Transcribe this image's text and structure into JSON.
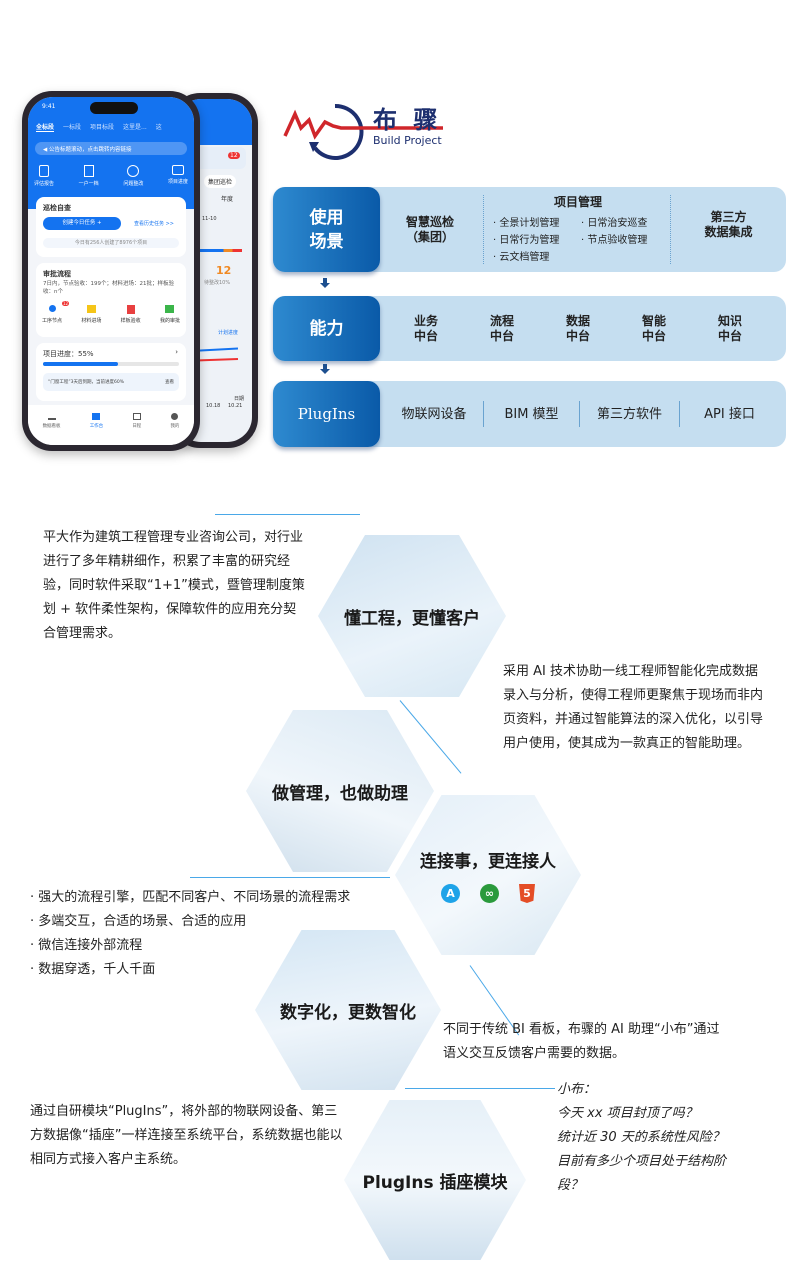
{
  "phone": {
    "time": "9:41",
    "tabs": [
      "全标段",
      "一标段",
      "项目标段",
      "这里是...",
      "这"
    ],
    "notice": "公告标题滚动，点击跳转内容链接",
    "shortcuts": [
      "评估报告",
      "一户一档",
      "问题整改",
      "项目进度"
    ],
    "inspection": {
      "title": "巡检自查",
      "create_btn": "创建今日任务 +",
      "history_link": "查看历史任务 >>",
      "stats": "今日有256人创建了8976个项目"
    },
    "approval": {
      "title": "审批流程",
      "summary": "7日内，节点验收：199个；材料进场：21批；样板验收：n个",
      "badge": "12",
      "items": [
        "工序节点",
        "材料进场",
        "样板验收",
        "我的审批"
      ]
    },
    "progress": {
      "title": "项目进度：55%",
      "value": 55,
      "tip": "“门窗工程”3天后到期，当前进度60%",
      "tip_action": "查看"
    },
    "nav": [
      "数据看板",
      "工作台",
      "日程",
      "我的"
    ],
    "back": {
      "badge": "12",
      "chip": "集团巡检",
      "period": "年度",
      "date": "11-10",
      "value": "12",
      "value_label": "待整改10%",
      "legend": "计划进度",
      "x_ticks": [
        "10.18",
        "10.21"
      ],
      "unit": "日期"
    }
  },
  "logo": {
    "cn": "布 骤",
    "en": "Build Project"
  },
  "diagram": {
    "rows": [
      {
        "head": "使用\n场景",
        "items": [
          "智慧巡检\n（集团）",
          "第三方\n数据集成"
        ],
        "pm_title": "项目管理",
        "pm_items": [
          "· 全景计划管理",
          "· 日常治安巡查",
          "· 日常行为管理",
          "· 节点验收管理",
          "· 云文档管理"
        ]
      },
      {
        "head": "能力",
        "items": [
          "业务\n中台",
          "流程\n中台",
          "数据\n中台",
          "智能\n中台",
          "知识\n中台"
        ]
      },
      {
        "head": "PlugIns",
        "items": [
          "物联网设备",
          "BIM 模型",
          "第三方软件",
          "API 接口"
        ]
      }
    ]
  },
  "hexes": [
    "懂工程，更懂客户",
    "做管理，也做助理",
    "连接事，更连接人",
    "数字化，更数智化",
    "PlugIns 插座模块"
  ],
  "texts": {
    "p1": "平大作为建筑工程管理专业咨询公司，对行业进行了多年精耕细作，积累了丰富的研究经验，同时软件采取“1+1”模式，暨管理制度策划 + 软件柔性架构，保障软件的应用充分契合管理需求。",
    "p2": "采用 AI 技术协助一线工程师智能化完成数据录入与分析，使得工程师更聚焦于现场而非内页资料，并通过智能算法的深入优化，以引导用户使用，使其成为一款真正的智能助理。",
    "bullets": [
      "· 强大的流程引擎，匹配不同客户、不同场景的流程需求",
      "· 多端交互，合适的场景、合适的应用",
      "· 微信连接外部流程",
      "· 数据穿透，千人千面"
    ],
    "p4": "不同于传统 BI 看板，布骤的 AI 助理“小布”通过语义交互反馈客户需要的数据。",
    "p5": "通过自研模块“PlugIns”，将外部的物联网设备、第三方数据像“插座”一样连接至系统平台，系统数据也能以相同方式接入客户主系统。",
    "xiaobu": [
      "小布：",
      "今天 xx 项目封顶了吗？",
      "统计近 30 天的系统性风险？",
      "目前有多少个项目处于结构阶段？"
    ]
  },
  "connect_icons": [
    "app-store-icon",
    "mini-program-icon",
    "html5-icon"
  ],
  "colors": {
    "brand": "#1473f0",
    "navy": "#1d2f6f",
    "red": "#d0262b",
    "panel": "#c5def0"
  }
}
